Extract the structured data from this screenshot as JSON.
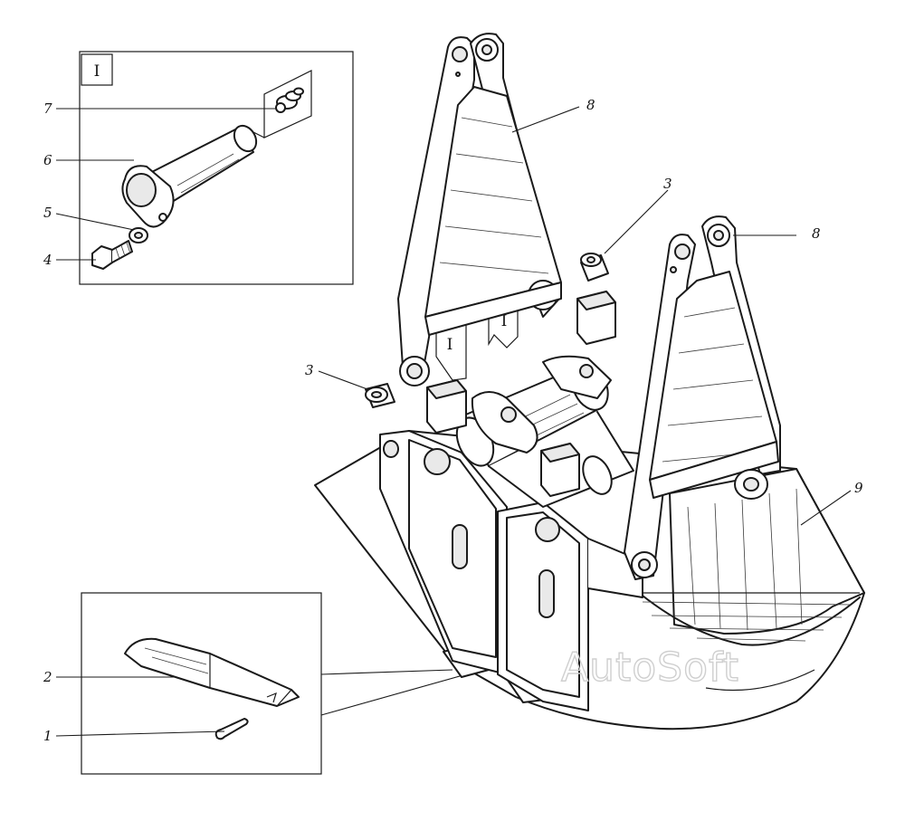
{
  "inset_top": {
    "tag": "I"
  },
  "bucket": {
    "tags": [
      "I",
      "I"
    ]
  },
  "callouts": [
    {
      "id": "1",
      "label": "1"
    },
    {
      "id": "2",
      "label": "2"
    },
    {
      "id": "3a",
      "label": "3"
    },
    {
      "id": "3b",
      "label": "3"
    },
    {
      "id": "4",
      "label": "4"
    },
    {
      "id": "5",
      "label": "5"
    },
    {
      "id": "6",
      "label": "6"
    },
    {
      "id": "7",
      "label": "7"
    },
    {
      "id": "8a",
      "label": "8"
    },
    {
      "id": "8b",
      "label": "8"
    },
    {
      "id": "9",
      "label": "9"
    }
  ],
  "watermark": {
    "text": "AutoSoft"
  },
  "colors": {
    "ink": "#1a1a1a",
    "paper": "#ffffff",
    "watermark": "#cfcfcf"
  }
}
